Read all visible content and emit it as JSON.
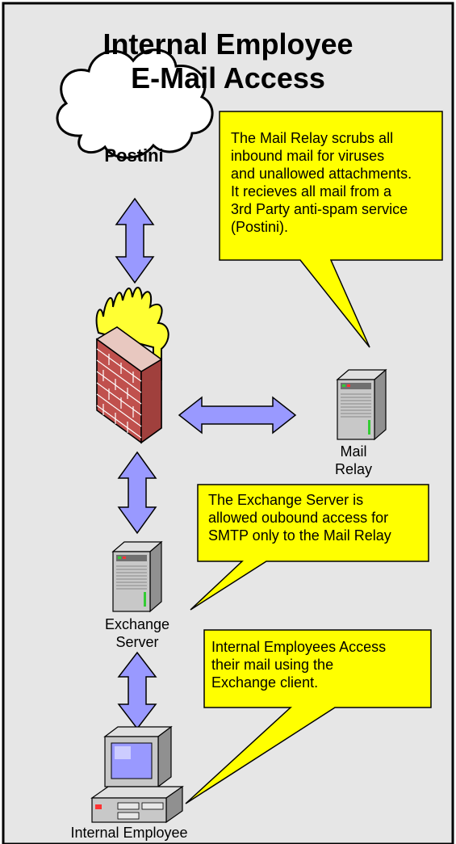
{
  "diagram": {
    "title_line1": "Internal Employee",
    "title_line2": "E-Mail Access",
    "cloud_label": "Postini",
    "mail_relay_line1": "Mail",
    "mail_relay_line2": "Relay",
    "exchange_line1": "Exchange",
    "exchange_line2": "Server",
    "employee_label": "Internal Employee",
    "callout1_lines": [
      "The Mail Relay scrubs all",
      "inbound mail for viruses",
      "and unallowed attachments.",
      "It recieves all mail from a",
      "3rd Party anti-spam service",
      "(Postini)."
    ],
    "callout2_lines": [
      "The Exchange Server is",
      "allowed oubound access for",
      "SMTP only to the Mail Relay"
    ],
    "callout3_lines": [
      "Internal Employees Access",
      "their mail using the",
      "Exchange client."
    ]
  },
  "colors": {
    "panel_bg": "#e6e6e6",
    "border": "#000000",
    "arrow_fill": "#9999ff",
    "callout_fill": "#ffff00",
    "flame_fill": "#ffff33",
    "brick": "#c0504d",
    "server_body": "#c8c8c8",
    "pc_screen": "#9999ff"
  }
}
